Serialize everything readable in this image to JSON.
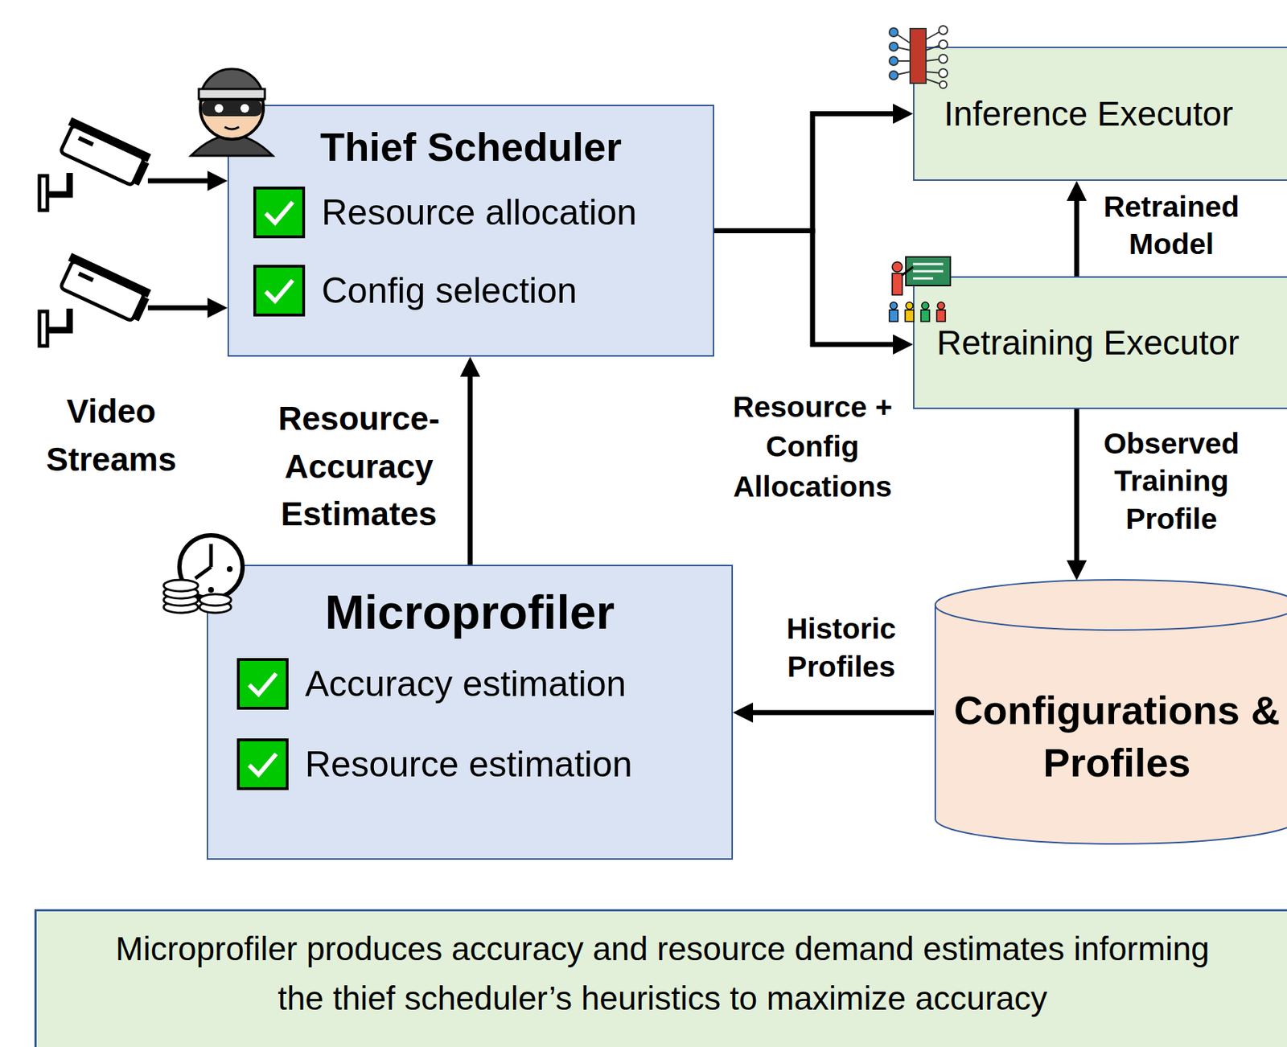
{
  "diagram": {
    "caption": "Microprofiler produces accuracy and resource demand estimates informing the thief scheduler’s heuristics to maximize accuracy",
    "nodes": [
      {
        "text": [
          "Thief Scheduler",
          "Resource allocation",
          "Config selection"
        ]
      },
      {
        "text": [
          "Inference Executor"
        ]
      },
      {
        "text": [
          "Retraining Executor"
        ]
      },
      {
        "text": [
          "Microprofiler",
          "Accuracy estimation",
          "Resource estimation"
        ]
      },
      {
        "text": [
          "Configurations & Profiles"
        ]
      }
    ],
    "edges": [
      {
        "from": 3,
        "to": 0,
        "label": "Resource-Accuracy Estimates",
        "arrow": "to"
      },
      {
        "from": 0,
        "to": 1,
        "arrow": "to"
      },
      {
        "from": 0,
        "to": 2,
        "label": "Resource + Config Allocations",
        "arrow": "to"
      },
      {
        "from": 2,
        "to": 1,
        "label": "Retrained Model",
        "arrow": "to"
      },
      {
        "from": 2,
        "to": 4,
        "label": "Observed Training Profile",
        "arrow": "to"
      },
      {
        "from": 4,
        "to": 3,
        "label": "Historic Profiles",
        "arrow": "to"
      }
    ],
    "labels": [
      "Video Streams"
    ]
  }
}
